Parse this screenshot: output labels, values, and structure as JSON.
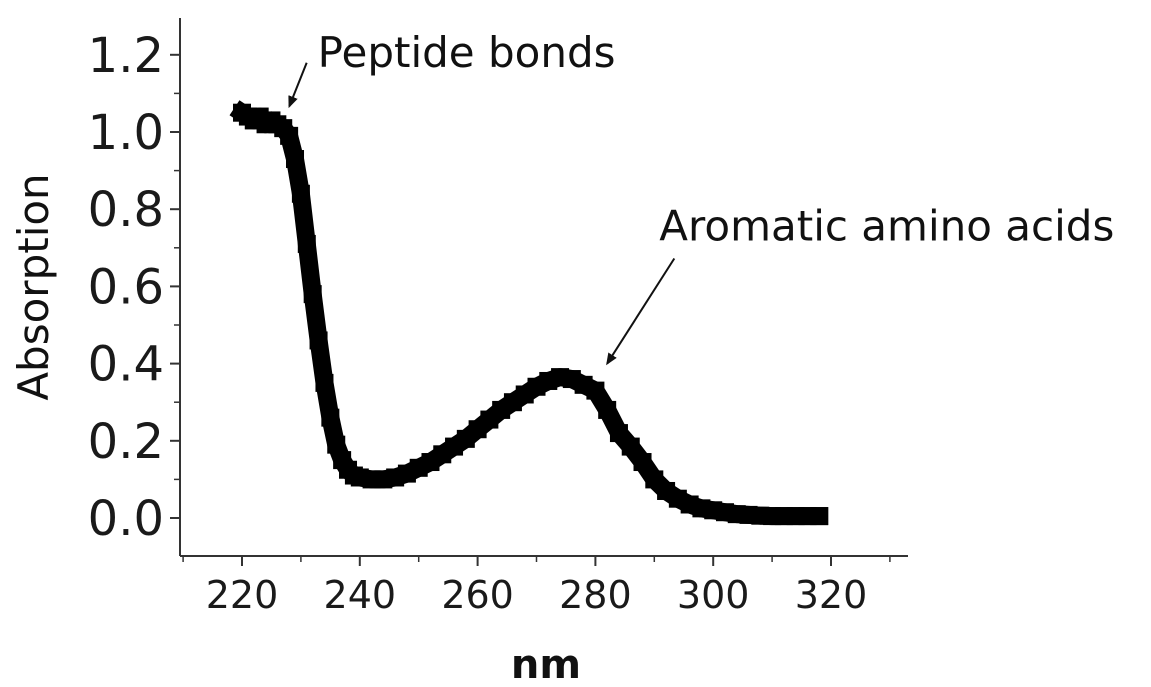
{
  "chart_data": {
    "type": "scatter",
    "title": "",
    "xlabel": "nm",
    "ylabel": "Absorption",
    "xlim": [
      210,
      330
    ],
    "ylim": [
      -0.1,
      1.3
    ],
    "x_ticks": [
      "220",
      "240",
      "260",
      "280",
      "300",
      "320"
    ],
    "y_ticks": [
      "0.0",
      "0.2",
      "0.4",
      "0.6",
      "0.8",
      "1.0",
      "1.2"
    ],
    "grid": false,
    "legend": "none",
    "marker_color": "#000000",
    "series": [
      {
        "x": [
          220,
          221,
          222,
          223,
          224,
          225,
          226,
          227,
          228,
          229,
          230,
          231,
          232,
          233,
          234,
          235,
          236,
          237,
          238,
          239,
          240,
          242,
          244,
          246,
          248,
          250,
          252,
          254,
          256,
          258,
          260,
          262,
          264,
          266,
          268,
          270,
          272,
          274,
          276,
          278,
          280,
          282,
          284,
          286,
          288,
          290,
          292,
          294,
          296,
          298,
          300,
          302,
          304,
          306,
          308,
          310,
          312,
          314,
          316,
          318
        ],
        "y": [
          1.05,
          1.04,
          1.03,
          1.04,
          1.02,
          1.03,
          1.02,
          1.01,
          0.99,
          0.93,
          0.84,
          0.71,
          0.58,
          0.46,
          0.35,
          0.26,
          0.19,
          0.15,
          0.125,
          0.11,
          0.105,
          0.1,
          0.1,
          0.105,
          0.115,
          0.13,
          0.145,
          0.165,
          0.185,
          0.205,
          0.23,
          0.255,
          0.28,
          0.3,
          0.32,
          0.34,
          0.355,
          0.365,
          0.36,
          0.345,
          0.33,
          0.28,
          0.22,
          0.185,
          0.145,
          0.1,
          0.07,
          0.05,
          0.035,
          0.025,
          0.02,
          0.015,
          0.01,
          0.008,
          0.006,
          0.005,
          0.005,
          0.005,
          0.005,
          0.005
        ]
      }
    ],
    "annotations": [
      {
        "text": "Peptide bonds",
        "x": 226,
        "y": 1.02,
        "label_x": 232,
        "label_y": 1.2
      },
      {
        "text": "Aromatic amino acids",
        "x": 282,
        "y": 0.4,
        "label_x": 290,
        "label_y": 0.75
      }
    ]
  }
}
